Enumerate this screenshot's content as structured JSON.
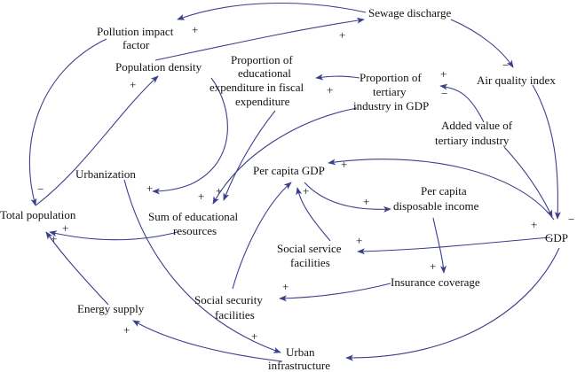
{
  "colors": {
    "edge": "#3b3f8c",
    "text": "#111111",
    "background": "#ffffff"
  },
  "nodes": {
    "sewage_discharge": [
      "Sewage discharge"
    ],
    "pollution_impact_factor": [
      "Pollution impact",
      "factor"
    ],
    "population_density": [
      "Population density"
    ],
    "prop_edu_expenditure": [
      "Proportion of",
      "educational",
      "expenditure in fiscal",
      "expenditure"
    ],
    "prop_tertiary": [
      "Proportion of",
      "tertiary",
      "industry in GDP"
    ],
    "air_quality_index": [
      "Air quality index"
    ],
    "added_value_tertiary": [
      "Added value of",
      "tertiary industry"
    ],
    "urbanization": [
      "Urbanization"
    ],
    "total_population": [
      "Total population"
    ],
    "per_capita_gdp": [
      "Per capita GDP"
    ],
    "per_capita_income": [
      "Per capita",
      "disposable income"
    ],
    "sum_edu_resources": [
      "Sum of educational",
      "resources"
    ],
    "gdp": [
      "GDP"
    ],
    "social_service": [
      "Social service",
      "facilities"
    ],
    "insurance_coverage": [
      "Insurance coverage"
    ],
    "energy_supply": [
      "Energy supply"
    ],
    "social_security": [
      "Social security",
      "facilities"
    ],
    "urban_infrastructure": [
      "Urban",
      "infrastructure"
    ]
  },
  "signs": {
    "plus": "+",
    "minus": "−"
  }
}
